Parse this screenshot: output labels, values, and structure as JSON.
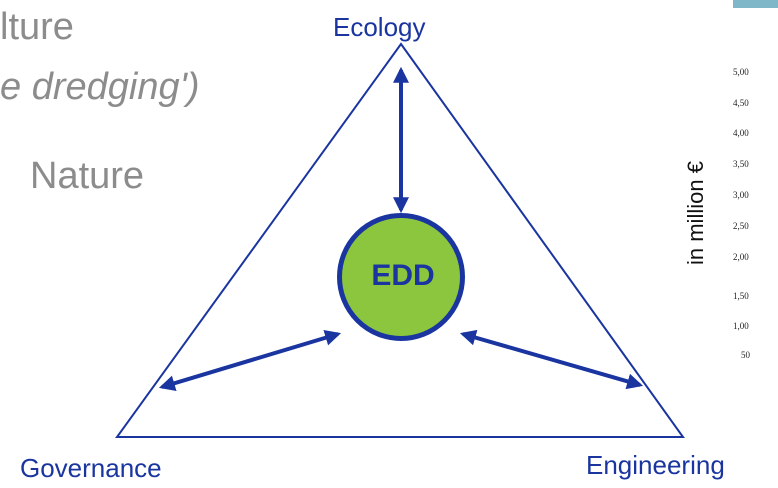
{
  "background_text": {
    "line1": "lture",
    "line2": "e dredging')",
    "line3": "Nature"
  },
  "diagram": {
    "center_label": "EDD",
    "vertices": {
      "top": "Ecology",
      "bottom_left": "Governance",
      "bottom_right": "Engineering"
    },
    "colors": {
      "accent": "#1a35a0",
      "center_fill": "#8cc63f",
      "background_text": "#8c8c8c"
    }
  },
  "side_chart": {
    "ylabel": "in million €",
    "ticks": [
      "5,00",
      "4,50",
      "4,00",
      "3,50",
      "3,00",
      "2,50",
      "2,00",
      "1,50",
      "1,00",
      "50"
    ]
  }
}
